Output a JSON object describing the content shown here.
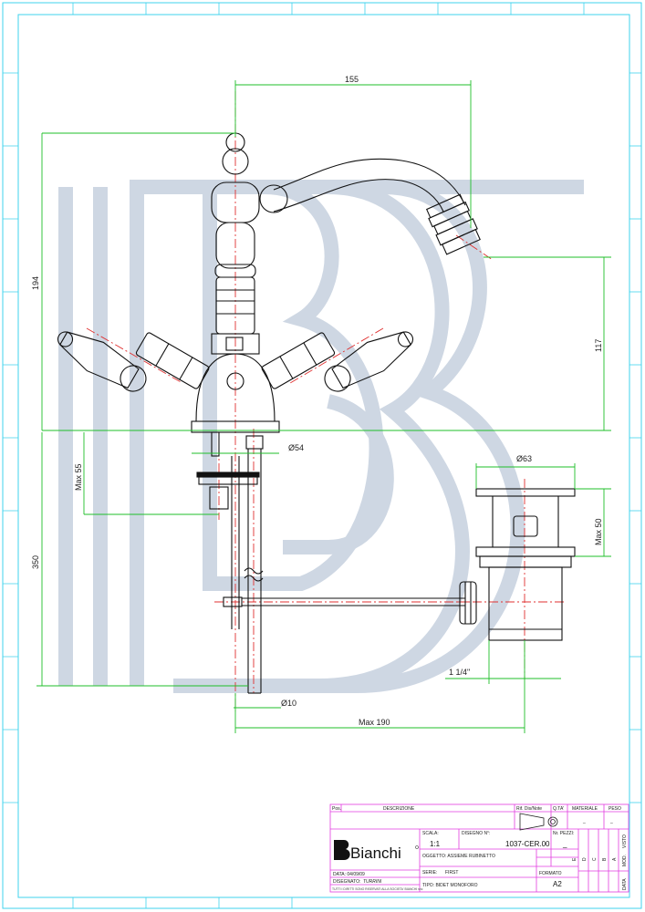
{
  "colors": {
    "frame": "#3fd3ee",
    "dimension": "#1fbf2a",
    "centerline": "#e03030",
    "outline": "#111111",
    "watermark": "#c9d3e0",
    "titleblock": "#e23ce0"
  },
  "dimensions": {
    "d155": "155",
    "d194": "194",
    "d117": "117",
    "d54": "Ø54",
    "max55": "Max 55",
    "d350": "350",
    "d63": "Ø63",
    "max50": "Max 50",
    "thread": "1 1/4\"",
    "d10": "Ø10",
    "max190": "Max 190"
  },
  "title_block": {
    "pos": "Pos.",
    "descrizione": "DESCRIZIONE",
    "rif": "Rif. Dis/Note",
    "qta": "Q.TA'",
    "materiale": "MATERIALE",
    "peso": "PESO",
    "dash1": "_",
    "dash2": "_",
    "brand": "Bianchi",
    "scala_label": "SCALA:",
    "scala_value": "1:1",
    "disegno_label": "DISEGNO N°:",
    "disegno_value": "1037-CER.00",
    "pezzi_label": "Nr. PEZZI:",
    "pezzi_value": "_",
    "oggetto": "OGGETTO: ASSIEME RUBINETTO",
    "serie_label": "SERIE:",
    "serie_value": "FIRST",
    "formato_label": "FORMATO",
    "formato_value": "A2",
    "data": "DATA: 04/09/09",
    "disegnato_label": "DISEGNATO:",
    "disegnato_value": "TURRINI",
    "tipo": "TIPO: BIDET MONOFORO",
    "diritti": "TUTTI I DIRITTI SONO RISERVATI ALLA SOCIETA' BIANCHI snc",
    "rev_letters": [
      "A",
      "B",
      "C",
      "D",
      "E"
    ],
    "mod": "MOD.",
    "visto": "VISTO",
    "data_col": "DATA"
  }
}
